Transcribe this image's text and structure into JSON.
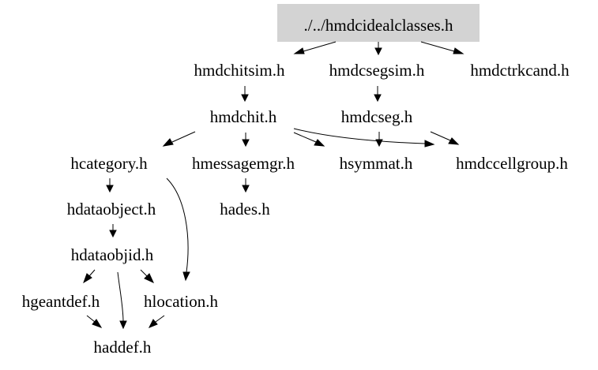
{
  "colors": {
    "root_fill": "#d3d3d3",
    "text": "#000000",
    "edge": "#000000",
    "background": "#ffffff"
  },
  "nodes": {
    "root": "./../hmdcidealclasses.h",
    "hmdchitsim": "hmdchitsim.h",
    "hmdcsegsim": "hmdcsegsim.h",
    "hmdctrkcand": "hmdctrkcand.h",
    "hmdchit": "hmdchit.h",
    "hmdcseg": "hmdcseg.h",
    "hcategory": "hcategory.h",
    "hmessagemgr": "hmessagemgr.h",
    "hsymmat": "hsymmat.h",
    "hmdccellgroup": "hmdccellgroup.h",
    "hdataobject": "hdataobject.h",
    "hades": "hades.h",
    "hdataobjid": "hdataobjid.h",
    "hgeantdef": "hgeantdef.h",
    "hlocation": "hlocation.h",
    "haddef": "haddef.h"
  }
}
